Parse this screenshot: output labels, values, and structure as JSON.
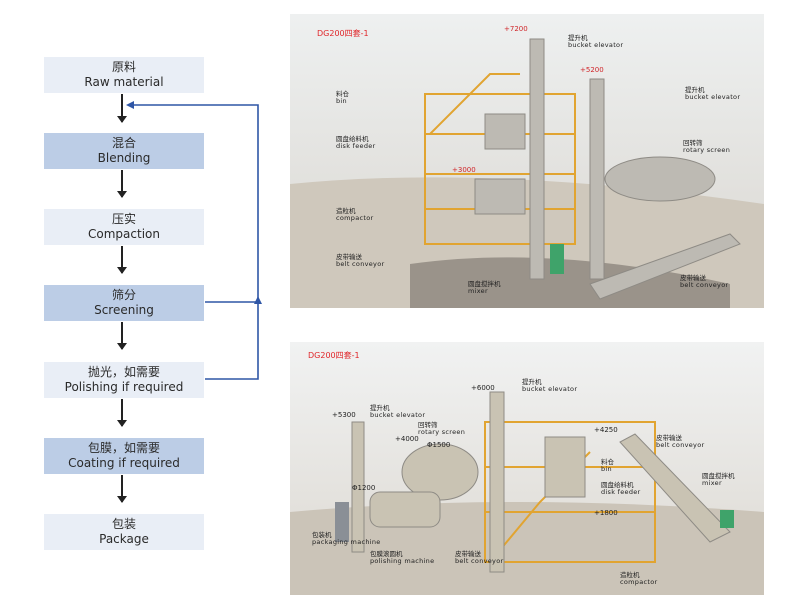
{
  "flowchart": {
    "steps": [
      {
        "zh": "原料",
        "en": "Raw material"
      },
      {
        "zh": "混合",
        "en": "Blending"
      },
      {
        "zh": "压实",
        "en": "Compaction"
      },
      {
        "zh": "筛分",
        "en": "Screening"
      },
      {
        "zh": "抛光，如需要",
        "en": "Polishing if required"
      },
      {
        "zh": "包膜，如需要",
        "en": "Coating if required"
      },
      {
        "zh": "包装",
        "en": "Package"
      }
    ],
    "colors": {
      "light_box": "#e9eef6",
      "dark_box": "#bccde6",
      "loop_line": "#2f56a6"
    }
  },
  "panel_top": {
    "title": "DG200四套-1",
    "elevations": [
      "+7200",
      "+5200",
      "+3000"
    ],
    "labels": [
      {
        "zh": "提升机",
        "en": "bucket elevator"
      },
      {
        "zh": "提升机",
        "en": "bucket elevator"
      },
      {
        "zh": "料仓",
        "en": "bin"
      },
      {
        "zh": "圆盘给料机",
        "en": "disk feeder"
      },
      {
        "zh": "回转筛",
        "en": "rotary screen"
      },
      {
        "zh": "造粒机",
        "en": "compactor"
      },
      {
        "zh": "皮带输送",
        "en": "belt conveyor"
      },
      {
        "zh": "皮带输送",
        "en": "belt conveyor"
      },
      {
        "zh": "圆盘搅拌机",
        "en": "mixer"
      }
    ]
  },
  "panel_bottom": {
    "title": "DG200四套-1",
    "elevations": [
      "+6000",
      "+5300",
      "+4000",
      "+4250",
      "+1800"
    ],
    "dimensions": [
      "Φ1500",
      "Φ1200"
    ],
    "labels": [
      {
        "zh": "提升机",
        "en": "bucket elevator"
      },
      {
        "zh": "提升机",
        "en": "bucket elevator"
      },
      {
        "zh": "回转筛",
        "en": "rotary screen"
      },
      {
        "zh": "皮带输送",
        "en": "belt conveyor"
      },
      {
        "zh": "料仓",
        "en": "bin"
      },
      {
        "zh": "圆盘给料机",
        "en": "disk feeder"
      },
      {
        "zh": "圆盘搅拌机",
        "en": "mixer"
      },
      {
        "zh": "包装机",
        "en": "packaging machine"
      },
      {
        "zh": "包膜滚圆机",
        "en": "polishing machine"
      },
      {
        "zh": "皮带输送",
        "en": "belt conveyor"
      },
      {
        "zh": "造粒机",
        "en": "compactor"
      }
    ]
  }
}
